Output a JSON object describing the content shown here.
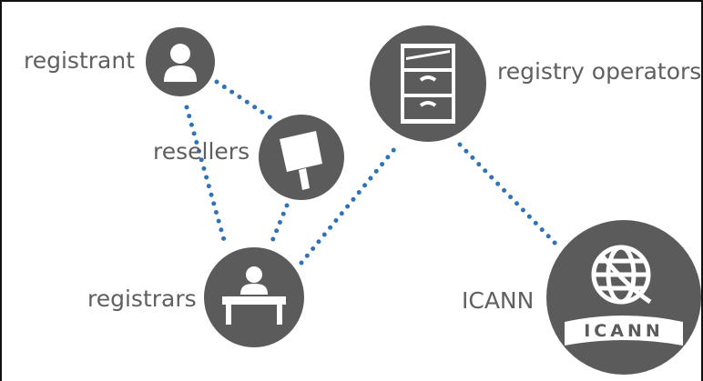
{
  "nodes": {
    "registrant": {
      "label": "registrant",
      "icon": "person-icon"
    },
    "resellers": {
      "label": "resellers",
      "icon": "sign-post-icon"
    },
    "registry": {
      "label": "registry operators",
      "icon": "file-cabinet-icon"
    },
    "registrars": {
      "label": "registrars",
      "icon": "person-at-desk-icon"
    },
    "icann": {
      "label": "ICANN",
      "icon": "icann-globe-logo",
      "logo_text": "ICANN"
    }
  },
  "connections": [
    {
      "from": "registrant",
      "to": "resellers"
    },
    {
      "from": "registrant",
      "to": "registrars"
    },
    {
      "from": "resellers",
      "to": "registrars"
    },
    {
      "from": "registrars",
      "to": "registry"
    },
    {
      "from": "registry",
      "to": "icann"
    }
  ],
  "colors": {
    "node_fill": "#5b5b5b",
    "icon_fill": "#ffffff",
    "connector": "#2f72b8",
    "label_text": "#5f5f5f",
    "frame": "#111111"
  }
}
